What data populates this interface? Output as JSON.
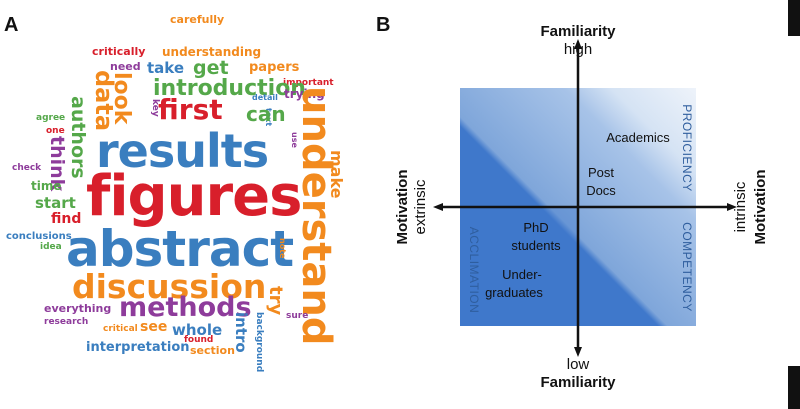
{
  "panel_a_label": "A",
  "panel_b_label": "B",
  "word_cloud": {
    "words": [
      {
        "text": "carefully",
        "color": "#f28a1e"
      },
      {
        "text": "critically",
        "color": "#d81f2b"
      },
      {
        "text": "understanding",
        "color": "#f28a1e"
      },
      {
        "text": "need",
        "color": "#8e3c9b"
      },
      {
        "text": "take",
        "color": "#3a7ebf"
      },
      {
        "text": "get",
        "color": "#55a84a"
      },
      {
        "text": "papers",
        "color": "#f28a1e"
      },
      {
        "text": "important",
        "color": "#d81f2b"
      },
      {
        "text": "introduction",
        "color": "#55a84a"
      },
      {
        "text": "trying",
        "color": "#8e3c9b"
      },
      {
        "text": "look",
        "color": "#f28a1e"
      },
      {
        "text": "key",
        "color": "#8e3c9b"
      },
      {
        "text": "data",
        "color": "#f28a1e"
      },
      {
        "text": "first",
        "color": "#d81f2b"
      },
      {
        "text": "detail",
        "color": "#3a7ebf"
      },
      {
        "text": "text",
        "color": "#3a7ebf"
      },
      {
        "text": "can",
        "color": "#55a84a"
      },
      {
        "text": "agree",
        "color": "#55a84a"
      },
      {
        "text": "one",
        "color": "#d81f2b"
      },
      {
        "text": "authors",
        "color": "#55a84a"
      },
      {
        "text": "think",
        "color": "#8e3c9b"
      },
      {
        "text": "results",
        "color": "#3a7ebf"
      },
      {
        "text": "use",
        "color": "#8e3c9b"
      },
      {
        "text": "understand",
        "color": "#f28a1e"
      },
      {
        "text": "check",
        "color": "#8e3c9b"
      },
      {
        "text": "time",
        "color": "#55a84a"
      },
      {
        "text": "figures",
        "color": "#d81f2b"
      },
      {
        "text": "make",
        "color": "#f28a1e"
      },
      {
        "text": "start",
        "color": "#55a84a"
      },
      {
        "text": "find",
        "color": "#d81f2b"
      },
      {
        "text": "conclusions",
        "color": "#3a7ebf"
      },
      {
        "text": "idea",
        "color": "#55a84a"
      },
      {
        "text": "abstract",
        "color": "#3a7ebf"
      },
      {
        "text": "note",
        "color": "#f28a1e"
      },
      {
        "text": "discussion",
        "color": "#f28a1e"
      },
      {
        "text": "try",
        "color": "#f28a1e"
      },
      {
        "text": "everything",
        "color": "#8e3c9b"
      },
      {
        "text": "methods",
        "color": "#8e3c9b"
      },
      {
        "text": "research",
        "color": "#8e3c9b"
      },
      {
        "text": "critical",
        "color": "#f28a1e"
      },
      {
        "text": "see",
        "color": "#f28a1e"
      },
      {
        "text": "whole",
        "color": "#3a7ebf"
      },
      {
        "text": "intro",
        "color": "#3a7ebf"
      },
      {
        "text": "background",
        "color": "#3a7ebf"
      },
      {
        "text": "sure",
        "color": "#8e3c9b"
      },
      {
        "text": "found",
        "color": "#d81f2b"
      },
      {
        "text": "interpretation",
        "color": "#3a7ebf"
      },
      {
        "text": "section",
        "color": "#f28a1e"
      }
    ]
  },
  "diagram": {
    "top_axis_title": "Familiarity",
    "top_axis_end": "high",
    "bottom_axis_end": "low",
    "bottom_axis_title": "Familiarity",
    "left_axis_title": "Motivation",
    "left_axis_end": "extrinsic",
    "right_axis_end": "intrinsic",
    "right_axis_title": "Motivation",
    "stages": [
      "ACCLIMATION",
      "COMPETENCY",
      "PROFICIENCY"
    ],
    "groups": {
      "academics": "Academics",
      "post_docs_line1": "Post",
      "post_docs_line2": "Docs",
      "phd_line1": "PhD",
      "phd_line2": "students",
      "undergrad_line1": "Under-",
      "undergrad_line2": "graduates"
    },
    "colors": {
      "dark": "#3f78cb",
      "medium": "#9dbde5",
      "light": "#eef3fa",
      "stage_text": "#2f5e9e"
    }
  }
}
